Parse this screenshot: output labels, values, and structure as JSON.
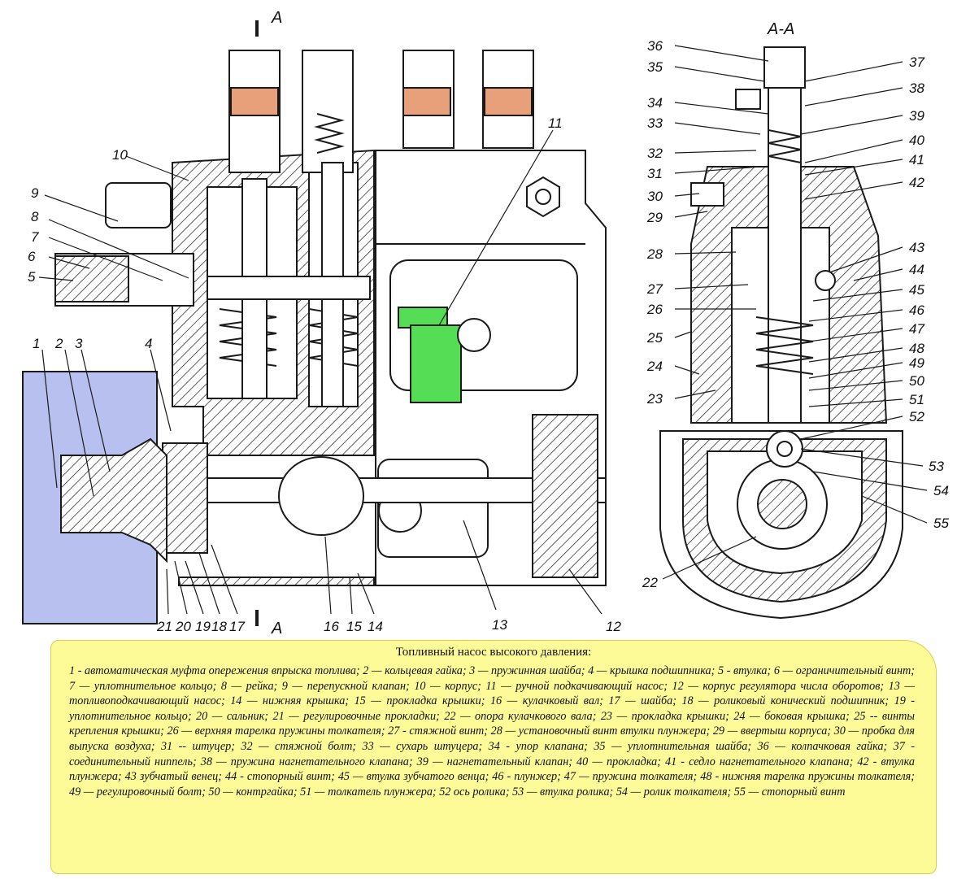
{
  "callouts": {
    "n1": "1",
    "n2": "2",
    "n3": "3",
    "n4": "4",
    "n5": "5",
    "n6": "6",
    "n7": "7",
    "n8": "8",
    "n9": "9",
    "n10": "10",
    "n11": "11",
    "n12": "12",
    "n13": "13",
    "n14": "14",
    "n15": "15",
    "n16": "16",
    "n17": "17",
    "n18": "18",
    "n19": "19",
    "n20": "20",
    "n21": "21",
    "n22": "22",
    "n23": "23",
    "n24": "24",
    "n25": "25",
    "n26": "26",
    "n27": "27",
    "n28": "28",
    "n29": "29",
    "n30": "30",
    "n31": "31",
    "n32": "32",
    "n33": "33",
    "n34": "34",
    "n35": "35",
    "n36": "36",
    "n37": "37",
    "n38": "38",
    "n39": "39",
    "n40": "40",
    "n41": "41",
    "n42": "42",
    "n43": "43",
    "n44": "44",
    "n45": "45",
    "n46": "46",
    "n47": "47",
    "n48": "48",
    "n49": "49",
    "n50": "50",
    "n51": "51",
    "n52": "52",
    "n53": "53",
    "n54": "54",
    "n55": "55"
  },
  "section_marks": {
    "top": "A",
    "bottom": "A",
    "side_view": "А-А"
  },
  "colors": {
    "coupling_fill": "#b8c0f0",
    "nut_fill": "#e8a07a",
    "hand_pump_fill": "#55dd55",
    "caption_bg": "#fdfa98",
    "line": "#1a1a1a"
  },
  "caption": {
    "title": "Топливный насос высокого давления:",
    "text": "1 - автоматическая муфта опережения впрыска топлива; 2 — кольцевая гайка; 3 — пружинная шайба; 4 — крышка подшипника; 5 - втулка; 6 — ограничительный винт; 7 — уплотнительное кольцо; 8 — рейка; 9 — перепускной клапан; 10 — корпус; 11 — ручной подкачивающий насос; 12 — корпус регулятора числа оборотов; 13 — топливоподкачивающий насос; 14 — нижняя крышка; 15 — прокладка крышки; 16 — кулачковый вал; 17 — шайба; 18 — роликовый конический подшипник; 19 - уплотнительное кольцо; 20 — сальник; 21 — регулировочные прокладки; 22 — опора кулачкового вала; 23 — прокладка крышки; 24 — боковая крышка; 25 -- винты крепления крышки; 26 — верхняя тарелка пружины толкателя; 27 - стяжной винт; 28 — установочный винт втулки плунжера; 29 — ввертыш корпуса; 30 — пробка для выпуска воздуха; 31 -- штуцер; 32 — стяжной болт; 33 — сухарь штуцера; 34 - упор клапана; 35 — уплотнительная шайба; 36 — колпачковая гайка; 37 - соединительный ниппель; 38 — пружина нагнетательного клапана; 39 — нагнетательный клапан; 40 — прокладка; 41 - седло нагнетательного клапана; 42 - втулка плунжера; 43 зубчатый венец; 44 - стопорный винт; 45 — втулка зубчатого венца; 46 - плунжер; 47 — пружина толкателя; 48 - нижняя тарелка пружины толкателя; 49 — регулировочный болт; 50 — контргайка; 51 — толкатель плунжера; 52 ось ролика; 53 — втулка ролика; 54 — ролик толкателя; 55 — стопорный винт"
  }
}
